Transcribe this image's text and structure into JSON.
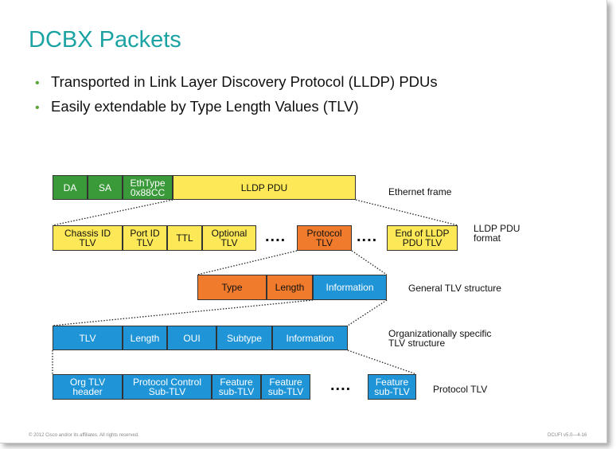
{
  "title": "DCBX Packets",
  "bullets": [
    "Transported in Link Layer Discovery Protocol (LLDP) PDUs",
    "Easily extendable by Type Length Values (TLV)"
  ],
  "ethernet_frame": {
    "fields": [
      "DA",
      "SA",
      "EthType\n0x88CC",
      "LLDP PDU"
    ],
    "label": "Ethernet frame"
  },
  "lldp_pdu": {
    "fields": [
      "Chassis ID\nTLV",
      "Port ID\nTLV",
      "TTL",
      "Optional\nTLV",
      "Protocol\nTLV",
      "End of LLDP\nPDU TLV"
    ],
    "ellipsis": "....",
    "label": "LLDP PDU\nformat"
  },
  "general_tlv": {
    "fields": [
      "Type",
      "Length",
      "Information"
    ],
    "label": "General TLV structure"
  },
  "org_tlv": {
    "fields": [
      "TLV",
      "Length",
      "OUI",
      "Subtype",
      "Information"
    ],
    "label": "Organizationally specific\nTLV structure"
  },
  "protocol_tlv": {
    "fields": [
      "Org TLV\nheader",
      "Protocol Control\nSub-TLV",
      "Feature\nsub-TLV",
      "Feature\nsub-TLV",
      "Feature\nsub-TLV"
    ],
    "ellipsis": "....",
    "label": "Protocol TLV"
  },
  "footer": {
    "copyright": "© 2012 Cisco and/or its affiliates. All rights reserved.",
    "slide_ref": "DCUFI v5.0—4-16"
  },
  "colors": {
    "title": "#1ba3a3",
    "bullet": "#5aa63a",
    "green": "#3a9a3a",
    "yellow": "#fde857",
    "orange": "#f07b2c",
    "blue": "#1f95d8"
  }
}
